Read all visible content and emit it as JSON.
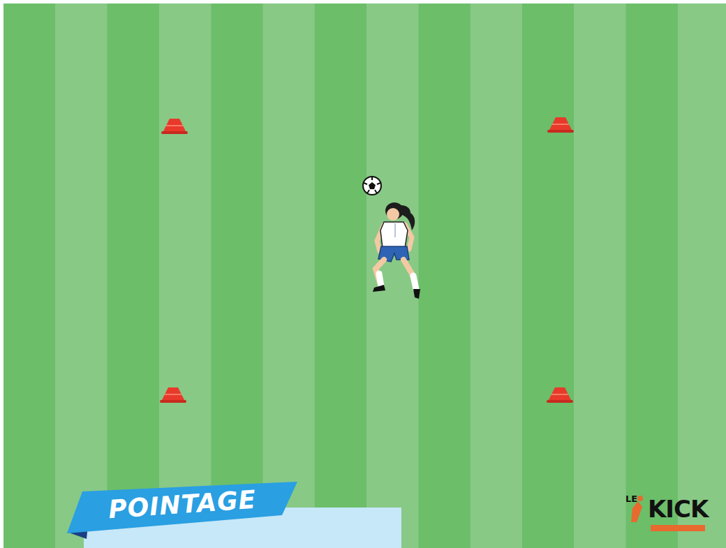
{
  "diagram": {
    "nodes": [
      {
        "text": [
          "POINTAGE"
        ]
      }
    ],
    "labels": [
      "LE",
      "KICK"
    ]
  }
}
